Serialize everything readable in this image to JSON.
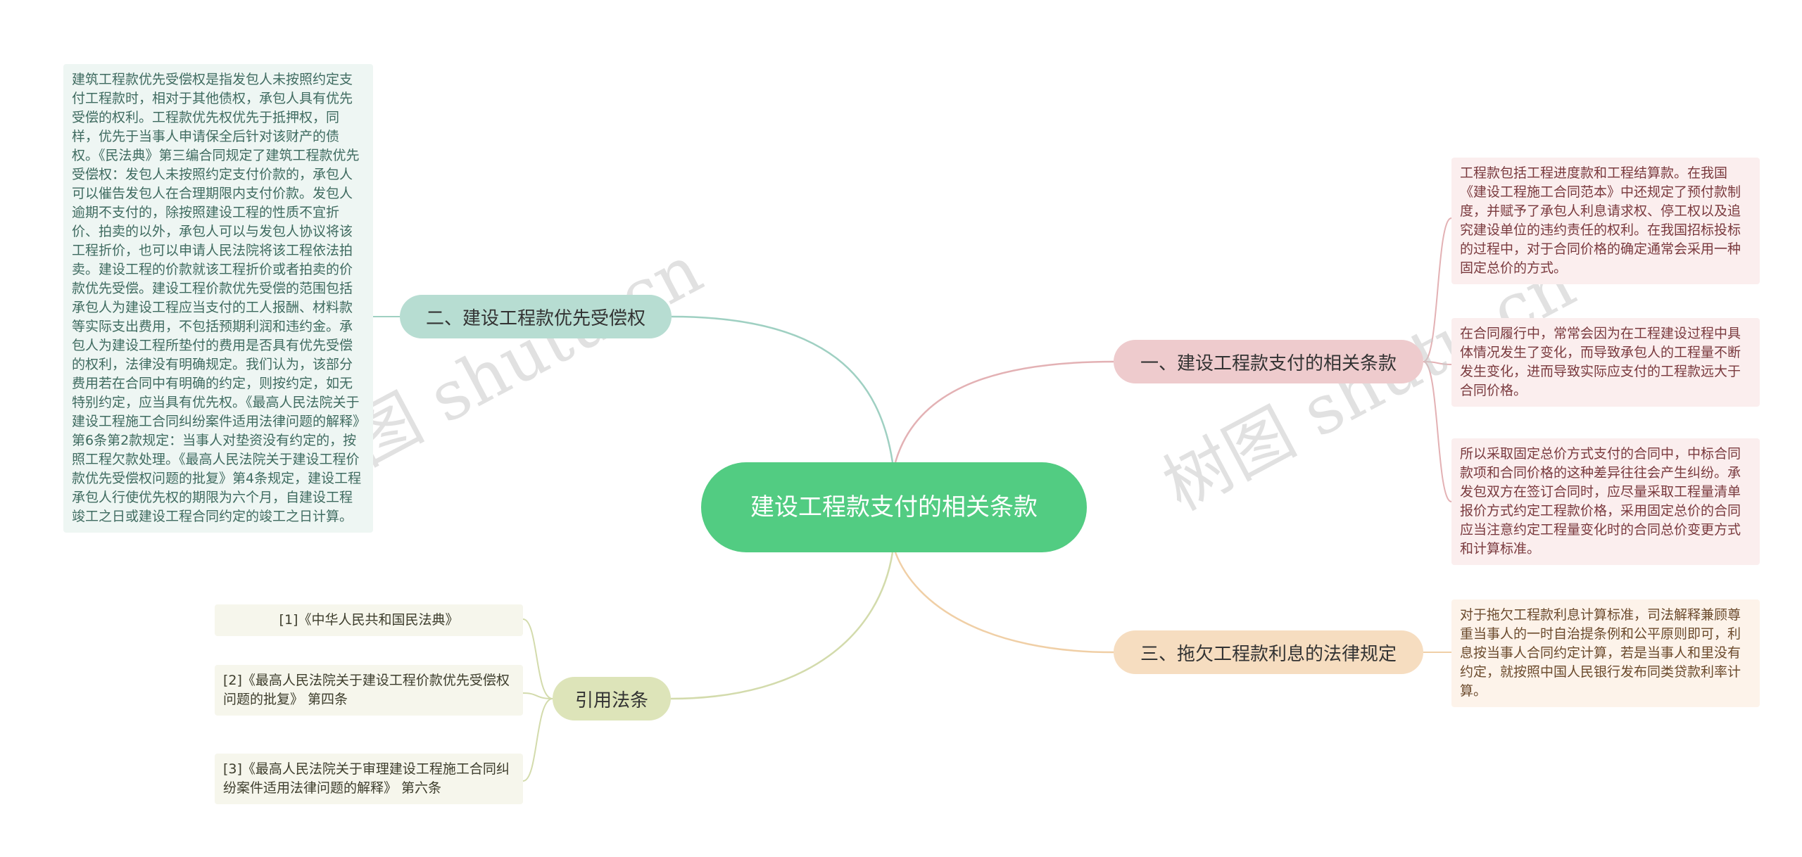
{
  "watermark": "树图 shutu.cn",
  "center": {
    "label": "建设工程款支付的相关条款"
  },
  "branches": {
    "payment": {
      "label": "一、建设工程款支付的相关条款",
      "notes": [
        "工程款包括工程进度款和工程结算款。在我国《建设工程施工合同范本》中还规定了预付款制度，并赋予了承包人利息请求权、停工权以及追究建设单位的违约责任的权利。在我国招标投标的过程中，对于合同价格的确定通常会采用一种固定总价的方式。",
        "在合同履行中，常常会因为在工程建设过程中具体情况发生了变化，而导致承包人的工程量不断发生变化，进而导致实际应支付的工程款远大于合同价格。",
        "所以采取固定总价方式支付的合同中，中标合同款项和合同价格的这种差异往往会产生纠纷。承发包双方在签订合同时，应尽量采取工程量清单报价方式约定工程款价格，采用固定总价的合同应当注意约定工程量变化时的合同总价变更方式和计算标准。"
      ]
    },
    "priority": {
      "label": "二、建设工程款优先受偿权",
      "note": "建筑工程款优先受偿权是指发包人未按照约定支付工程款时，相对于其他债权，承包人具有优先受偿的权利。工程款优先权优先于抵押权，同样，优先于当事人申请保全后针对该财产的债权。《民法典》第三编合同规定了建筑工程款优先受偿权：发包人未按照约定支付价款的，承包人可以催告发包人在合理期限内支付价款。发包人逾期不支付的，除按照建设工程的性质不宜折价、拍卖的以外，承包人可以与发包人协议将该工程折价，也可以申请人民法院将该工程依法拍卖。建设工程的价款就该工程折价或者拍卖的价款优先受偿。建设工程价款优先受偿的范围包括承包人为建设工程应当支付的工人报酬、材料款等实际支出费用，不包括预期利润和违约金。承包人为建设工程所垫付的费用是否具有优先受偿的权利，法律没有明确规定。我们认为，该部分费用若在合同中有明确的约定，则按约定，如无特别约定，应当具有优先权。《最高人民法院关于建设工程施工合同纠纷案件适用法律问题的解释》第6条第2款规定：当事人对垫资没有约定的，按照工程欠款处理。《最高人民法院关于建设工程价款优先受偿权问题的批复》第4条规定，建设工程承包人行使优先权的期限为六个月，自建设工程竣工之日或建设工程合同约定的竣工之日计算。"
    },
    "interest": {
      "label": "三、拖欠工程款利息的法律规定",
      "note": "对于拖欠工程款利息计算标准，司法解释兼顾尊重当事人的一时自治提条例和公平原则即可，利息按当事人合同约定计算，若是当事人和里没有约定，就按照中国人民银行发布同类贷款利率计算。"
    },
    "citations": {
      "label": "引用法条",
      "items": [
        "[1]《中华人民共和国民法典》",
        "[2]《最高人民法院关于建设工程价款优先受偿权问题的批复》 第四条",
        "[3]《最高人民法院关于审理建设工程施工合同纠纷案件适用法律问题的解释》 第六条"
      ]
    }
  },
  "colors": {
    "center": "#52cc82",
    "teal": "#9fd0c2",
    "pink": "#e3b1b4",
    "orange": "#f0cfa6",
    "olive": "#d3dbac"
  }
}
